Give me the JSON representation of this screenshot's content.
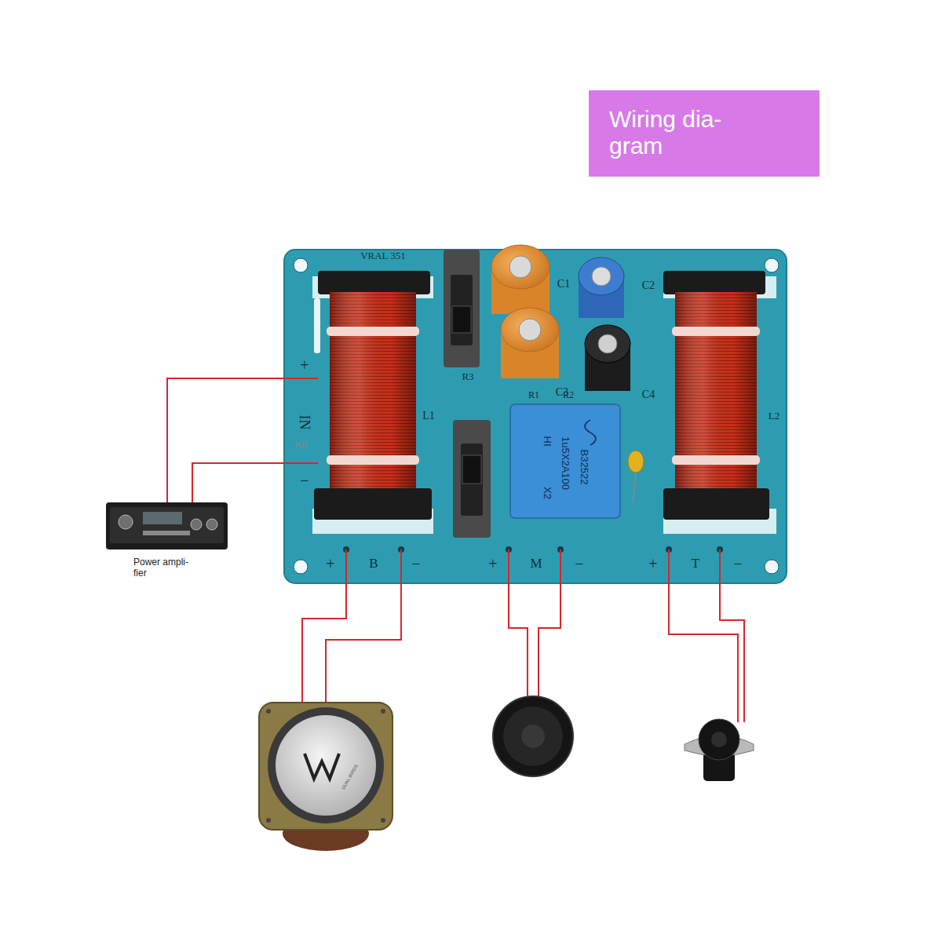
{
  "diagram": {
    "title": "Wiring dia- gram",
    "labels": [
      "VRAL 351",
      "C1",
      "C2",
      "C3",
      "C4",
      "R3",
      "L1",
      "L2",
      "R1",
      "R2",
      "B32522",
      "1u5X2A100",
      "X2",
      "HI",
      "KB",
      "+",
      "IN",
      "−",
      "+",
      "B",
      "−",
      "+",
      "M",
      "−",
      "+",
      "T",
      "−",
      "Power ampli- fier",
      "DUAL BIRDS"
    ]
  }
}
